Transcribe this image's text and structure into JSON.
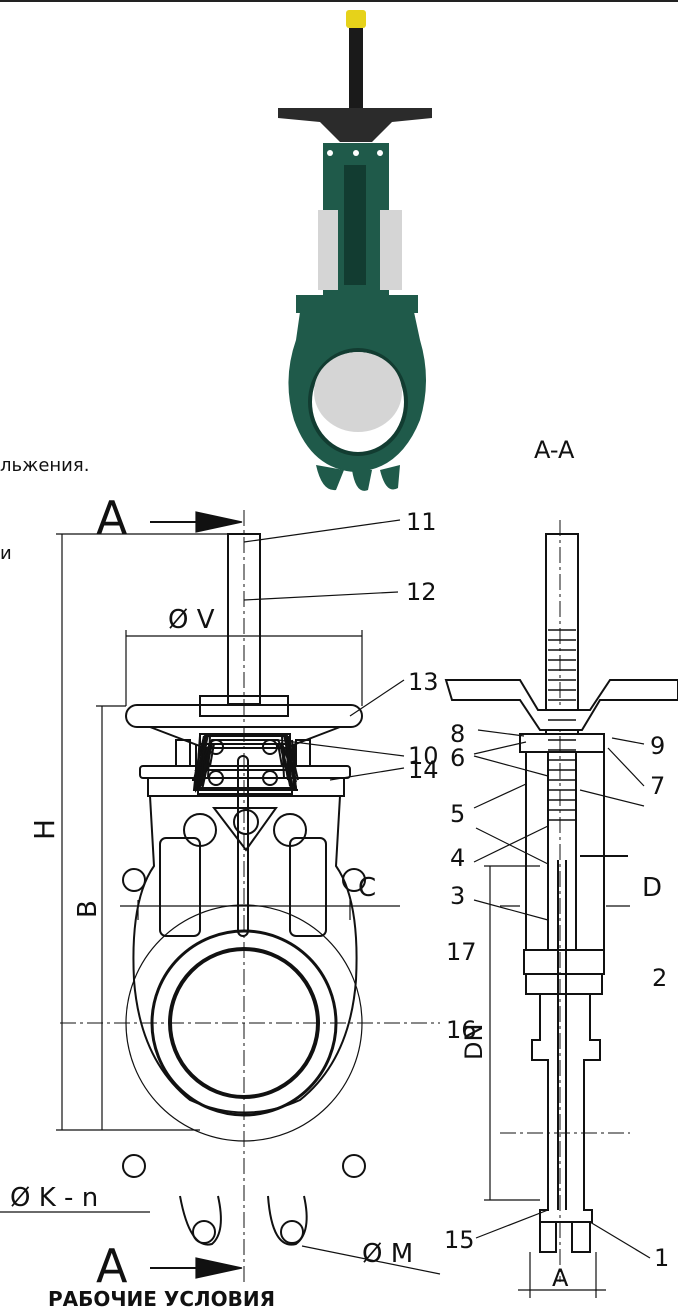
{
  "texts": {
    "intro_1": "льжения.",
    "intro_2": "и",
    "heading": "РАБОЧИЕ УСЛОВИЯ"
  },
  "section_label": "A-A",
  "cut_marks": {
    "top": "A",
    "bottom": "A"
  },
  "dimensions": {
    "V": "Ø V",
    "H": "H",
    "B": "B",
    "C": "C",
    "D": "D",
    "K": "Ø K - n",
    "M": "Ø M",
    "DN": "DN",
    "A": "A"
  },
  "callouts": [
    "1",
    "2",
    "3",
    "4",
    "5",
    "6",
    "7",
    "8",
    "9",
    "10",
    "11",
    "12",
    "13",
    "14",
    "15",
    "16",
    "17"
  ],
  "colors": {
    "body": "#1f5a4a",
    "body_dark": "#123c31",
    "handwheel": "#2b2b2b",
    "stem_cap": "#e6d21a",
    "gate": "#d5d5d5",
    "line": "#111111"
  }
}
